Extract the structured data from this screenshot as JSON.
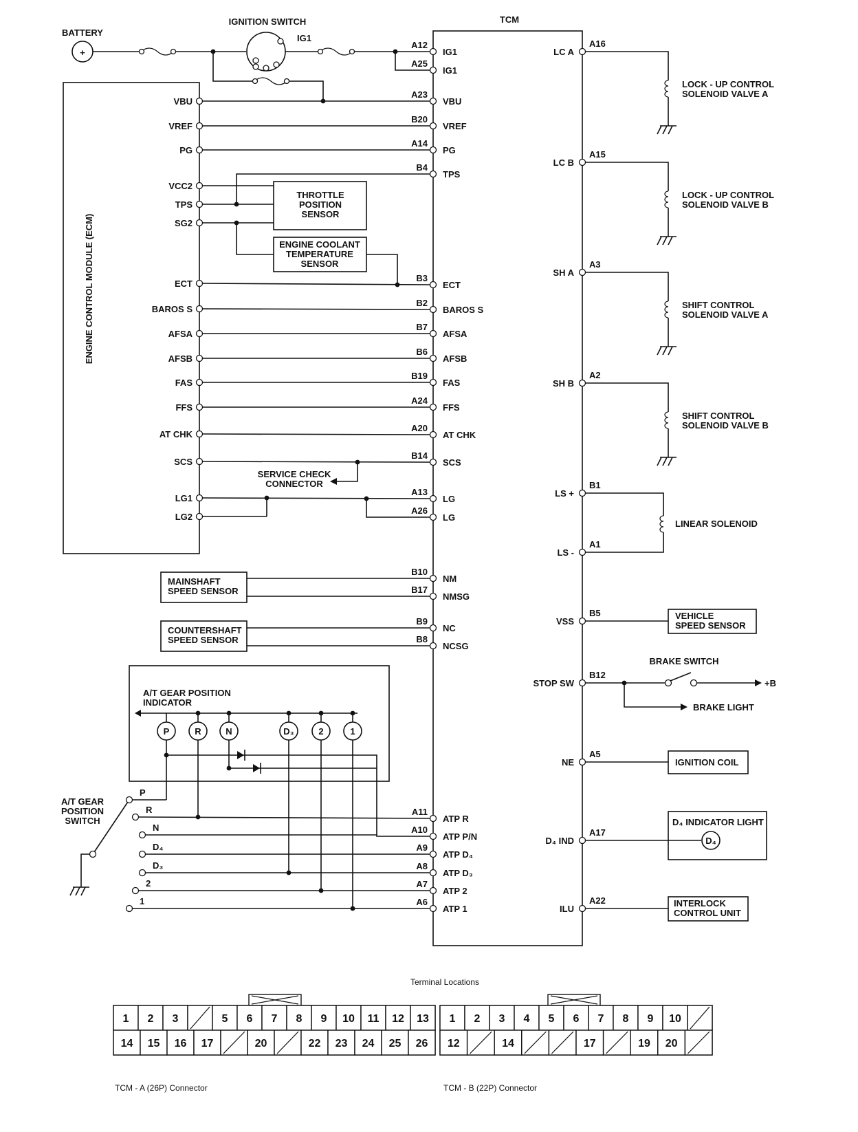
{
  "title": "TCM",
  "ecm_label": "ENGINE CONTROL MODULE (ECM)",
  "battery_label": "BATTERY",
  "ignition_switch_label": "IGNITION SWITCH",
  "ignition_terminal": "IG1",
  "tcm_left_pins": [
    {
      "term": "A12",
      "name": "IG1"
    },
    {
      "term": "A25",
      "name": "IG1"
    },
    {
      "term": "A23",
      "name": "VBU"
    },
    {
      "term": "B20",
      "name": "VREF"
    },
    {
      "term": "A14",
      "name": "PG"
    },
    {
      "term": "B4",
      "name": "TPS"
    },
    {
      "term": "B3",
      "name": "ECT"
    },
    {
      "term": "B2",
      "name": "BAROS S"
    },
    {
      "term": "B7",
      "name": "AFSA"
    },
    {
      "term": "B6",
      "name": "AFSB"
    },
    {
      "term": "B19",
      "name": "FAS"
    },
    {
      "term": "A24",
      "name": "FFS"
    },
    {
      "term": "A20",
      "name": "AT CHK"
    },
    {
      "term": "B14",
      "name": "SCS"
    },
    {
      "term": "A13",
      "name": "LG"
    },
    {
      "term": "A26",
      "name": "LG"
    },
    {
      "term": "B10",
      "name": "NM"
    },
    {
      "term": "B17",
      "name": "NMSG"
    },
    {
      "term": "B9",
      "name": "NC"
    },
    {
      "term": "B8",
      "name": "NCSG"
    },
    {
      "term": "A11",
      "name": "ATP R"
    },
    {
      "term": "A10",
      "name": "ATP P/N"
    },
    {
      "term": "A9",
      "name": "ATP D₄"
    },
    {
      "term": "A8",
      "name": "ATP D₃"
    },
    {
      "term": "A7",
      "name": "ATP 2"
    },
    {
      "term": "A6",
      "name": "ATP 1"
    }
  ],
  "ecm_pins": [
    "VBU",
    "VREF",
    "PG",
    "VCC2",
    "TPS",
    "SG2",
    "ECT",
    "BAROS S",
    "AFSA",
    "AFSB",
    "FAS",
    "FFS",
    "AT CHK",
    "SCS",
    "LG1",
    "LG2"
  ],
  "tcm_right_pins": [
    {
      "name": "LC A",
      "term": "A16"
    },
    {
      "name": "LC B",
      "term": "A15"
    },
    {
      "name": "SH A",
      "term": "A3"
    },
    {
      "name": "SH B",
      "term": "A2"
    },
    {
      "name": "LS +",
      "term": "B1"
    },
    {
      "name": "LS -",
      "term": "A1"
    },
    {
      "name": "VSS",
      "term": "B5"
    },
    {
      "name": "STOP SW",
      "term": "B12"
    },
    {
      "name": "NE",
      "term": "A5"
    },
    {
      "name": "D₄ IND",
      "term": "A17"
    },
    {
      "name": "ILU",
      "term": "A22"
    }
  ],
  "components": {
    "tps_sensor": [
      "THROTTLE",
      "POSITION",
      "SENSOR"
    ],
    "ect_sensor": [
      "ENGINE COOLANT",
      "TEMPERATURE",
      "SENSOR"
    ],
    "service_check": [
      "SERVICE CHECK",
      "CONNECTOR"
    ],
    "mainshaft": [
      "MAINSHAFT",
      "SPEED SENSOR"
    ],
    "countershaft": [
      "COUNTERSHAFT",
      "SPEED SENSOR"
    ],
    "gear_indicator": [
      "A/T GEAR POSITION",
      "INDICATOR"
    ],
    "gear_switch": [
      "A/T GEAR",
      "POSITION",
      "SWITCH"
    ],
    "lockup_a": [
      "LOCK - UP CONTROL",
      "SOLENOID VALVE A"
    ],
    "lockup_b": [
      "LOCK - UP CONTROL",
      "SOLENOID VALVE B"
    ],
    "shift_a": [
      "SHIFT CONTROL",
      "SOLENOID VALVE A"
    ],
    "shift_b": [
      "SHIFT CONTROL",
      "SOLENOID VALVE B"
    ],
    "linear_solenoid": "LINEAR SOLENOID",
    "vss": [
      "VEHICLE",
      "SPEED SENSOR"
    ],
    "brake_switch": "BRAKE SWITCH",
    "plus_b": "+B",
    "brake_light": "BRAKE LIGHT",
    "ignition_coil": "IGNITION COIL",
    "d4_light": "D₄ INDICATOR LIGHT",
    "interlock": [
      "INTERLOCK",
      "CONTROL UNIT"
    ]
  },
  "indicator_lamps": [
    "P",
    "R",
    "N",
    "D₃",
    "2",
    "1"
  ],
  "indicator_d4": "D₄",
  "switch_positions": [
    "P",
    "R",
    "N",
    "D₄",
    "D₃",
    "2",
    "1"
  ],
  "terminal_locations_title": "Terminal Locations",
  "connector_a": {
    "label": "TCM - A (26P) Connector",
    "top": [
      "1",
      "2",
      "3",
      "",
      "5",
      "6",
      "7",
      "8",
      "9",
      "10",
      "11",
      "12",
      "13"
    ],
    "bottom": [
      "14",
      "15",
      "16",
      "17",
      "",
      "20",
      "",
      "22",
      "23",
      "24",
      "25",
      "26"
    ]
  },
  "connector_b": {
    "label": "TCM - B (22P) Connector",
    "top": [
      "1",
      "2",
      "3",
      "4",
      "5",
      "6",
      "7",
      "8",
      "9",
      "10",
      ""
    ],
    "bottom": [
      "12",
      "",
      "14",
      "",
      "",
      "17",
      "",
      "19",
      "20",
      ""
    ]
  }
}
